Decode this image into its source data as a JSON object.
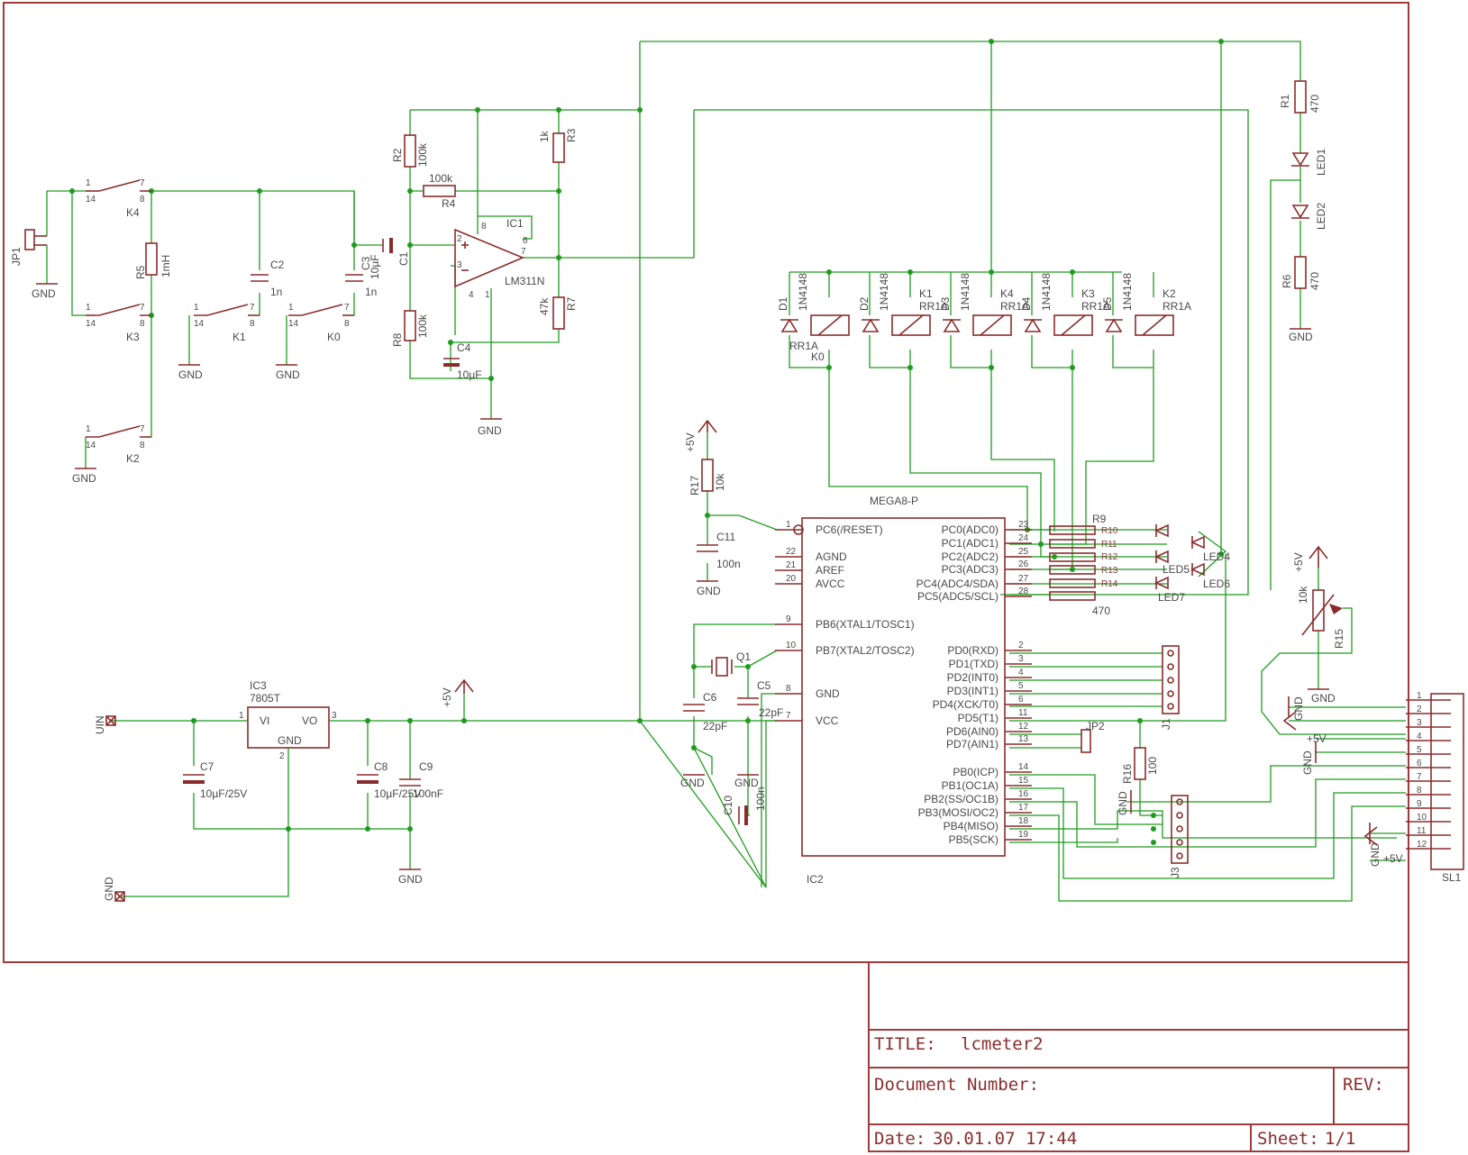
{
  "title_block": {
    "title_label": "TITLE:",
    "title_value": "lcmeter2",
    "docnum_label": "Document Number:",
    "rev_label": "REV:",
    "date_label": "Date:",
    "date_value": "30.01.07 17:44",
    "sheet_label": "Sheet:",
    "sheet_value": "1/1"
  },
  "ics": {
    "ic1": {
      "ref": "IC1",
      "value": "LM311N"
    },
    "ic2": {
      "ref": "IC2",
      "value": "MEGA8-P"
    },
    "ic3": {
      "ref": "IC3",
      "value": "7805T",
      "pin_vi": "VI",
      "pin_vo": "VO",
      "pin_gnd": "GND"
    }
  },
  "mcu_left_pins": [
    {
      "num": "1",
      "name": "PC6(/RESET)"
    },
    {
      "num": "22",
      "name": "AGND"
    },
    {
      "num": "21",
      "name": "AREF"
    },
    {
      "num": "20",
      "name": "AVCC"
    },
    {
      "num": "9",
      "name": "PB6(XTAL1/TOSC1)"
    },
    {
      "num": "10",
      "name": "PB7(XTAL2/TOSC2)"
    },
    {
      "num": "8",
      "name": "GND"
    },
    {
      "num": "7",
      "name": "VCC"
    }
  ],
  "mcu_right_pins": [
    {
      "num": "23",
      "name": "PC0(ADC0)"
    },
    {
      "num": "24",
      "name": "PC1(ADC1)"
    },
    {
      "num": "25",
      "name": "PC2(ADC2)"
    },
    {
      "num": "26",
      "name": "PC3(ADC3)"
    },
    {
      "num": "27",
      "name": "PC4(ADC4/SDA)"
    },
    {
      "num": "28",
      "name": "PC5(ADC5/SCL)"
    },
    {
      "num": "2",
      "name": "PD0(RXD)"
    },
    {
      "num": "3",
      "name": "PD1(TXD)"
    },
    {
      "num": "4",
      "name": "PD2(INT0)"
    },
    {
      "num": "5",
      "name": "PD3(INT1)"
    },
    {
      "num": "6",
      "name": "PD4(XCK/T0)"
    },
    {
      "num": "11",
      "name": "PD5(T1)"
    },
    {
      "num": "12",
      "name": "PD6(AIN0)"
    },
    {
      "num": "13",
      "name": "PD7(AIN1)"
    },
    {
      "num": "14",
      "name": "PB0(ICP)"
    },
    {
      "num": "15",
      "name": "PB1(OC1A)"
    },
    {
      "num": "16",
      "name": "PB2(SS/OC1B)"
    },
    {
      "num": "17",
      "name": "PB3(MOSI/OC2)"
    },
    {
      "num": "18",
      "name": "PB4(MISO)"
    },
    {
      "num": "19",
      "name": "PB5(SCK)"
    }
  ],
  "resistors": [
    {
      "ref": "R1",
      "value": "470"
    },
    {
      "ref": "R2",
      "value": "100k"
    },
    {
      "ref": "R3",
      "value": "1k"
    },
    {
      "ref": "R4",
      "value": "100k"
    },
    {
      "ref": "R5",
      "value": "1mH"
    },
    {
      "ref": "R6",
      "value": "470"
    },
    {
      "ref": "R7",
      "value": "47k"
    },
    {
      "ref": "R8",
      "value": "100k"
    },
    {
      "ref": "R9",
      "value": "470"
    },
    {
      "ref": "R15",
      "value": "10k"
    },
    {
      "ref": "R16",
      "value": "100"
    },
    {
      "ref": "R17",
      "value": "10k"
    }
  ],
  "capacitors": [
    {
      "ref": "C1",
      "value": "10µF"
    },
    {
      "ref": "C2",
      "value": "1n"
    },
    {
      "ref": "C3",
      "value": "1n"
    },
    {
      "ref": "C4",
      "value": "10µF"
    },
    {
      "ref": "C5",
      "value": "22pF"
    },
    {
      "ref": "C6",
      "value": "22pF"
    },
    {
      "ref": "C7",
      "value": "10µF/25V"
    },
    {
      "ref": "C8",
      "value": "10µF/25V"
    },
    {
      "ref": "C9",
      "value": "100nF"
    },
    {
      "ref": "C10",
      "value": "100n"
    },
    {
      "ref": "C11",
      "value": "100n"
    }
  ],
  "misc_labels": {
    "crystal": "Q1",
    "uin": "UIN",
    "gnd": "GND",
    "vcc5": "+5V",
    "jp1": "JP1",
    "jp2": "JP2",
    "j1": "J1",
    "j3": "J3",
    "sl1": "SL1",
    "led1": "LED1",
    "led2": "LED2",
    "led4": "LED4",
    "led5": "LED5",
    "led6": "LED6",
    "led7": "LED7",
    "relay_type": "RR1A",
    "diode_type": "1N4148",
    "r_array": [
      "R10",
      "R11",
      "R12",
      "R13",
      "R14"
    ]
  },
  "relays": [
    {
      "ref": "K0",
      "diode": "D1"
    },
    {
      "ref": "K1",
      "diode": "D2"
    },
    {
      "ref": "K4",
      "diode": "D3"
    },
    {
      "ref": "K3",
      "diode": "D4"
    },
    {
      "ref": "K2",
      "diode": "D5"
    }
  ],
  "sl1_pins": [
    "1",
    "2",
    "3",
    "4",
    "5",
    "6",
    "7",
    "8",
    "9",
    "10",
    "11",
    "12"
  ]
}
